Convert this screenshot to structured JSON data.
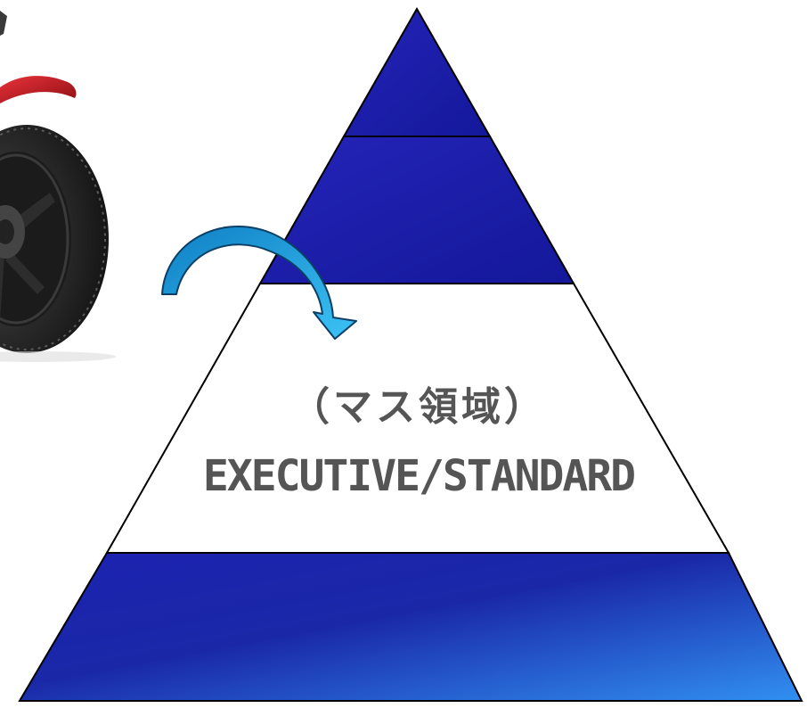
{
  "diagram": {
    "tiers": [
      {
        "id": "tier-1",
        "fill": "blue",
        "text": ""
      },
      {
        "id": "tier-2",
        "fill": "blue",
        "text": ""
      },
      {
        "id": "tier-3",
        "fill": "white",
        "text": ""
      },
      {
        "id": "tier-4",
        "fill": "blue",
        "text": ""
      }
    ],
    "highlight_label_jp": "（マス領域）",
    "highlight_label_en": "EXECUTIVE/STANDARD",
    "arrow": {
      "direction": "down-right",
      "color": "#29a8e0",
      "icon": "curved-arrow-icon"
    },
    "photo": {
      "subject": "motorcycle-front-wheel",
      "colors": {
        "fender": "#c8161d",
        "tire": "#2b2b2b",
        "rim": "#1e1e1e"
      }
    },
    "colors": {
      "tier_dark": "#1a22a8",
      "tier_light": "#2f8cf0",
      "outline": "#000000"
    }
  }
}
